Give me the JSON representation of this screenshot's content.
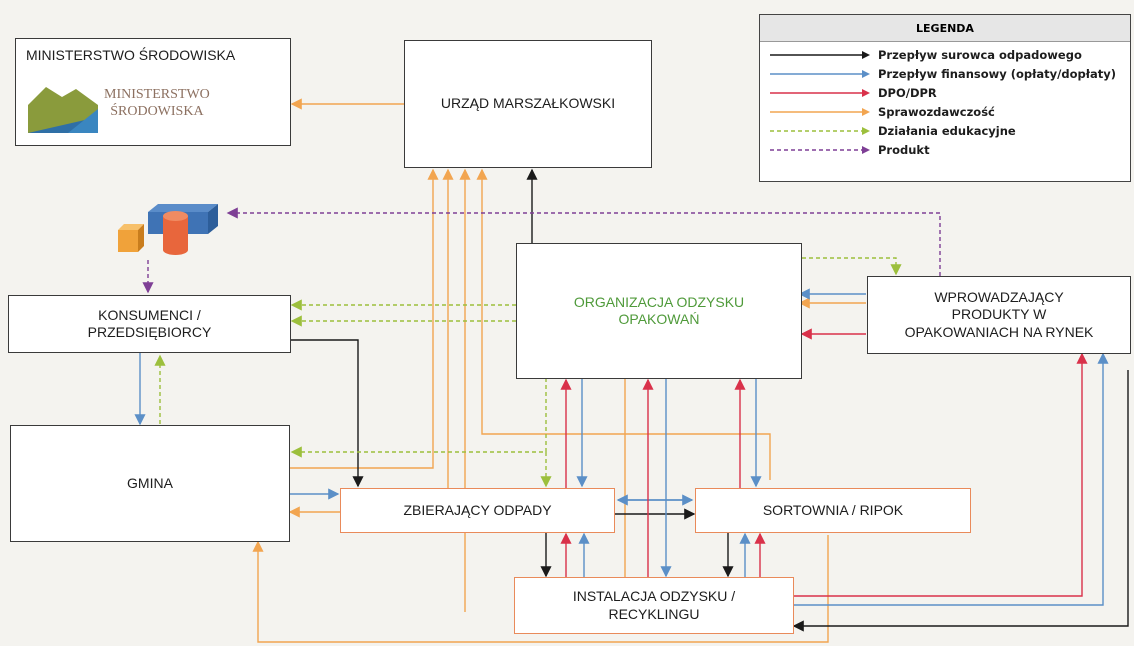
{
  "boxes": {
    "ministry_title": "MINISTERSTWO ŚRODOWISKA",
    "ministry_logo_text": "MINISTERSTWO\nŚRODOWISKA",
    "urzad": "URZĄD MARSZAŁKOWSKI",
    "organizacja": "ORGANIZACJA ODZYSKU\nOPAKOWAŃ",
    "wprowadzajacy": "WPROWADZAJĄCY\nPRODUKTY W\nOPAKOWANIACH NA RYNEK",
    "konsumenci": "KONSUMENCI /\nPRZEDSIĘBIORCY",
    "gmina": "GMINA",
    "zbierajacy": "ZBIERAJĄCY ODPADY",
    "sortownia": "SORTOWNIA / RIPOK",
    "instalacja": "INSTALACJA ODZYSKU /\nRECYKLINGU"
  },
  "legend": {
    "title": "LEGENDA",
    "items": [
      {
        "label": "Przepływ surowca odpadowego",
        "color": "#1a1a1a",
        "style": "solid"
      },
      {
        "label": "Przepływ finansowy (opłaty/dopłaty)",
        "color": "#5b8fc7",
        "style": "solid"
      },
      {
        "label": "DPO/DPR",
        "color": "#d9314a",
        "style": "solid"
      },
      {
        "label": "Sprawozdawczość",
        "color": "#f2a550",
        "style": "solid"
      },
      {
        "label": "Działania edukacyjne",
        "color": "#9cbf3c",
        "style": "dashed"
      },
      {
        "label": "Produkt",
        "color": "#7e3f95",
        "style": "dashed"
      }
    ]
  },
  "colors": {
    "waste": "#1a1a1a",
    "finance": "#5b8fc7",
    "dpo": "#d9314a",
    "report": "#f2a550",
    "education": "#9cbf3c",
    "product": "#7e3f95",
    "org_text": "#4f9a3a"
  },
  "icons": [
    "ministry-logo-icon",
    "product-icon"
  ]
}
